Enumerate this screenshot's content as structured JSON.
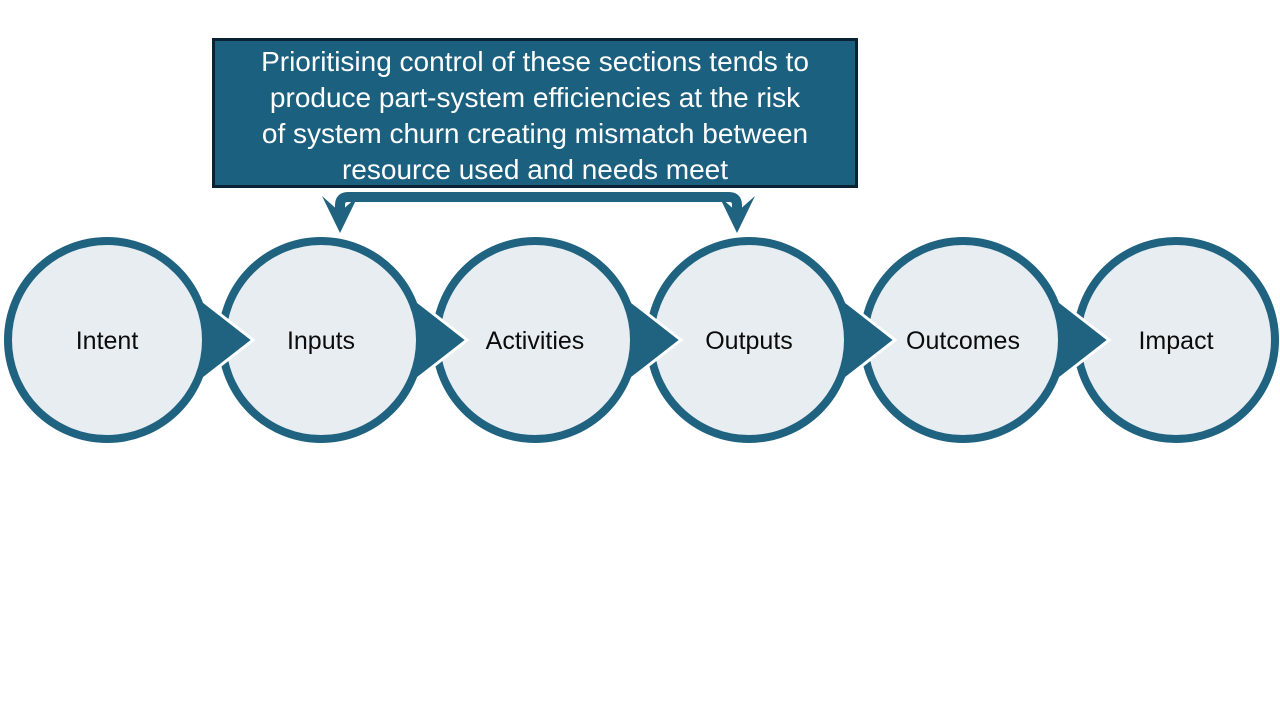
{
  "callout": {
    "lines": [
      "Prioritising control of these sections tends to",
      "produce part-system efficiencies at the risk",
      "of system churn creating mismatch between",
      "resource used and needs meet"
    ],
    "fill_color": "#1C6080",
    "border_color": "#0A2231",
    "text_color": "#FFFFFF"
  },
  "bracket": {
    "points_to": [
      "Inputs",
      "Outputs"
    ],
    "color": "#1F6380"
  },
  "steps": [
    {
      "label": "Intent"
    },
    {
      "label": "Inputs"
    },
    {
      "label": "Activities"
    },
    {
      "label": "Outputs"
    },
    {
      "label": "Outcomes"
    },
    {
      "label": "Impact"
    }
  ],
  "colors": {
    "shape_teal": "#1F6380",
    "circle_fill": "#E7EDF1",
    "label_color": "#0B0B0B",
    "background": "#FFFFFF"
  }
}
